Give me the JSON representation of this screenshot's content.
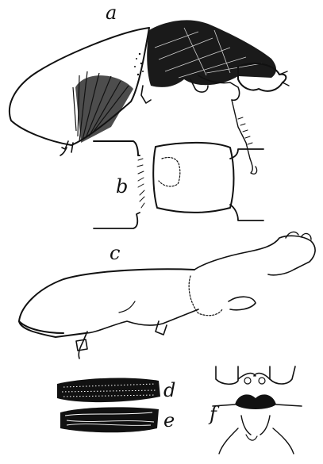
{
  "figure": {
    "labels": {
      "a": "a",
      "b": "b",
      "c": "c",
      "d": "d",
      "e": "e",
      "f": "f"
    },
    "panels": [
      {
        "id": "a",
        "subject": "insect-lateral-muscles"
      },
      {
        "id": "b",
        "subject": "segment-detail"
      },
      {
        "id": "c",
        "subject": "insect-lateral-outline"
      },
      {
        "id": "d",
        "subject": "striated-muscle-fibre"
      },
      {
        "id": "e",
        "subject": "muscle-fibre-bundle"
      },
      {
        "id": "f",
        "subject": "ventral-articulation-detail"
      }
    ],
    "ink_color": "#111111",
    "background": "#ffffff"
  }
}
